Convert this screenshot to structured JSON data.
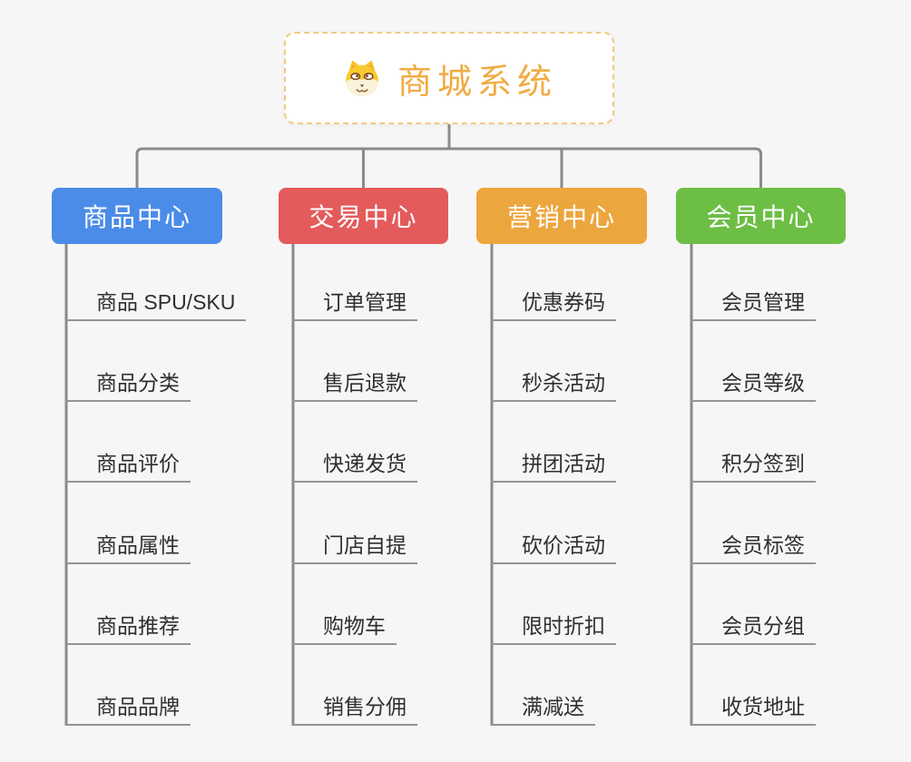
{
  "root": {
    "title": "商城系统",
    "icon": "shiba-dog-icon",
    "title_color": "#f0ac43",
    "border_color": "#f2c883"
  },
  "colors": {
    "connector_line": "#8a8a8a",
    "leaf_underline": "#949494",
    "background": "#f6f6f6"
  },
  "branches": [
    {
      "label": "商品中心",
      "color": "#4b8ce8",
      "items": [
        "商品 SPU/SKU",
        "商品分类",
        "商品评价",
        "商品属性",
        "商品推荐",
        "商品品牌"
      ]
    },
    {
      "label": "交易中心",
      "color": "#e45b5b",
      "items": [
        "订单管理",
        "售后退款",
        "快递发货",
        "门店自提",
        "购物车",
        "销售分佣"
      ]
    },
    {
      "label": "营销中心",
      "color": "#eca63e",
      "items": [
        "优惠券码",
        "秒杀活动",
        "拼团活动",
        "砍价活动",
        "限时折扣",
        "满减送"
      ]
    },
    {
      "label": "会员中心",
      "color": "#6dbe45",
      "items": [
        "会员管理",
        "会员等级",
        "积分签到",
        "会员标签",
        "会员分组",
        "收货地址"
      ]
    }
  ]
}
